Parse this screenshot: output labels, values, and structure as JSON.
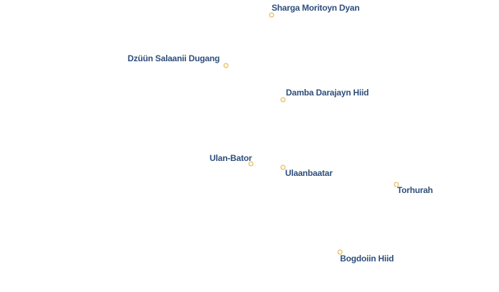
{
  "map": {
    "marker_color": "#e2b24d",
    "label_color": "#2f4e7c",
    "places": [
      {
        "name": "Sharga Moritoyn Dyan"
      },
      {
        "name": "Dzüün Salaanii Dugang"
      },
      {
        "name": "Damba Darajayn Hiid"
      },
      {
        "name": "Ulan-Bator"
      },
      {
        "name": "Ulaanbaatar"
      },
      {
        "name": "Torhurah"
      },
      {
        "name": "Bogdoiin Hiid"
      }
    ]
  }
}
